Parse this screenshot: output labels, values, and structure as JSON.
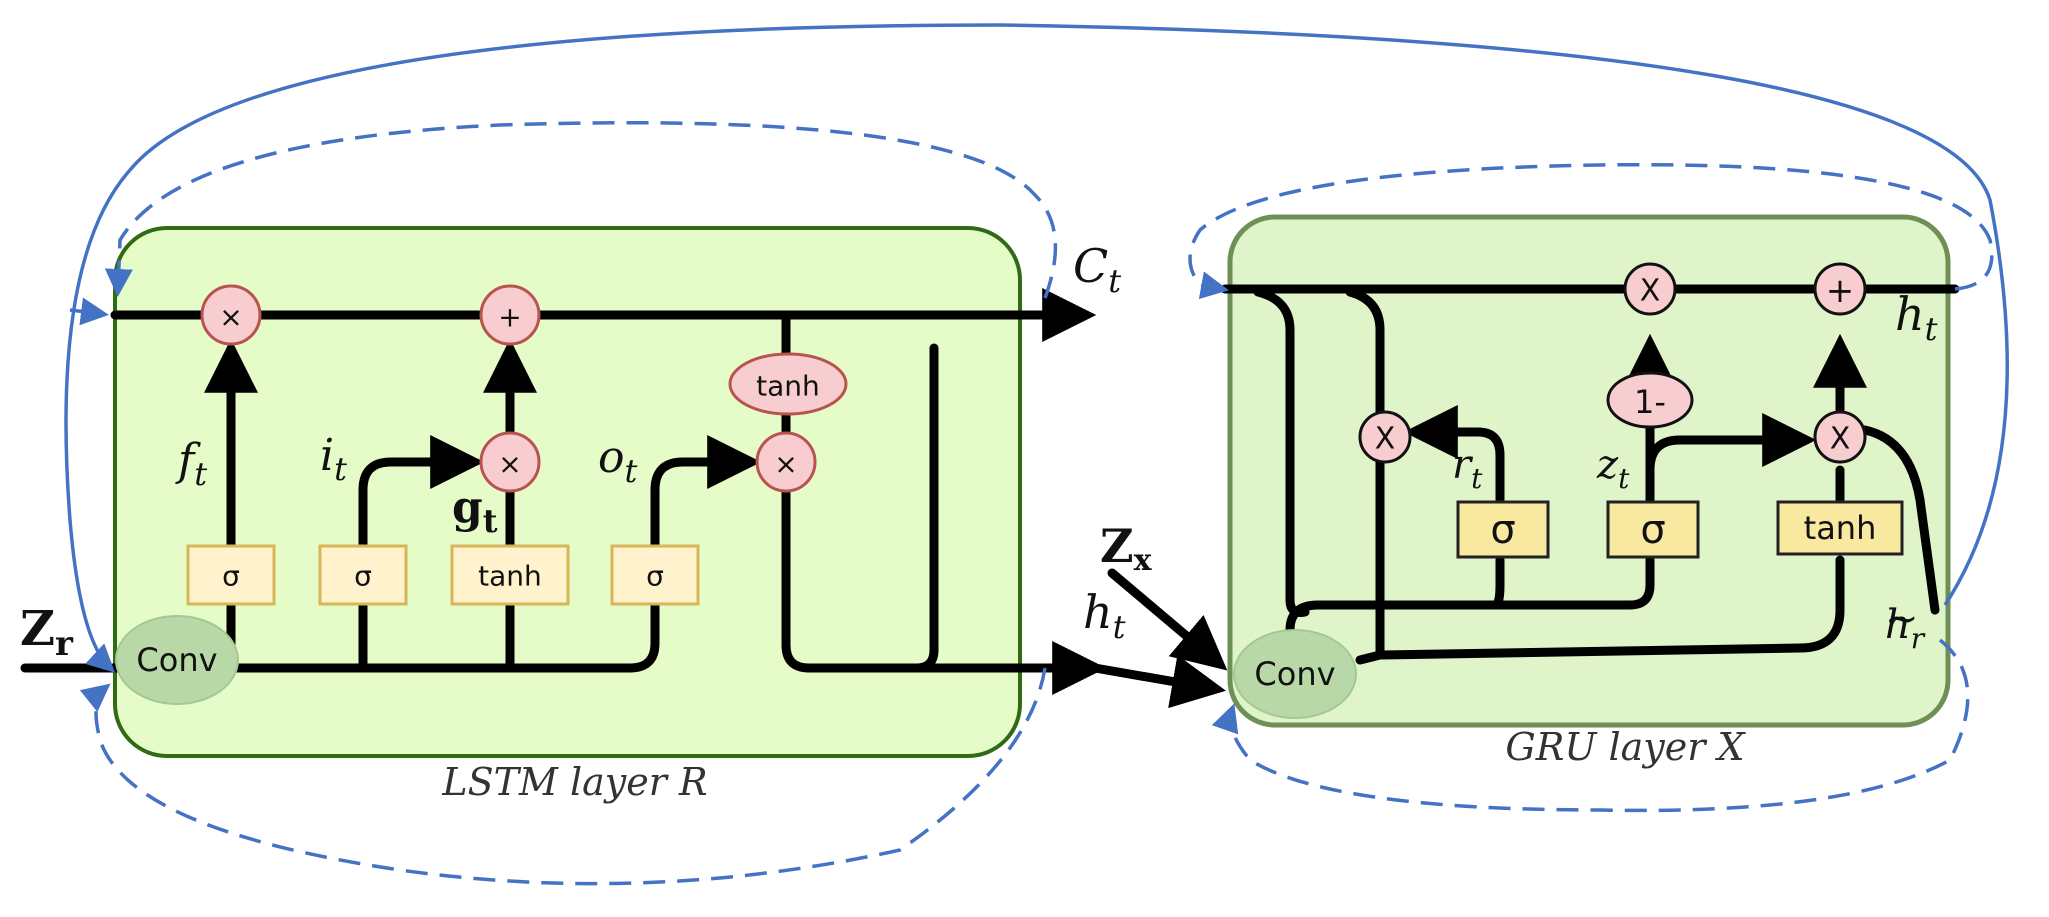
{
  "colors": {
    "lstm_fill": "#e6fcc8",
    "lstm_border": "#2e6b12",
    "gru_fill": "#dff4c8",
    "gru_border": "#6e8f56",
    "op_fill": "#f8cdd0",
    "op_stroke": "#b85450",
    "gate_fill_lstm": "#fff2cc",
    "gate_stroke_lstm": "#d6b656",
    "gate_fill_gru": "#f8e8a0",
    "gate_stroke_gru": "#222222",
    "conv_fill": "#b9d8a8",
    "feedback": "#4472c4"
  },
  "lstm": {
    "caption": "LSTM layer R",
    "conv_label": "Conv",
    "ops": {
      "forget": "×",
      "add": "+",
      "input_mult": "×",
      "output_mult": "×"
    },
    "tanh_cell": "tanh",
    "gates": [
      "σ",
      "σ",
      "tanh",
      "σ"
    ],
    "labels": {
      "f": "f",
      "f_sub": "t",
      "i": "i",
      "i_sub": "t",
      "g": "g",
      "g_sub": "t",
      "o": "o",
      "o_sub": "t",
      "c": "C",
      "c_sub": "t",
      "h": "h",
      "h_sub": "t"
    },
    "input": {
      "main": "Z",
      "sub": "r"
    }
  },
  "gru": {
    "caption": "GRU layer X",
    "conv_label": "Conv",
    "ops": {
      "mult_top": "X",
      "add": "+",
      "reset_mult": "X",
      "update_mult": "X",
      "one_minus": "1-"
    },
    "gates": [
      "σ",
      "σ",
      "tanh"
    ],
    "labels": {
      "h": "h",
      "h_sub": "t",
      "r": "r",
      "r_sub": "t",
      "z": "z",
      "z_sub": "t",
      "hr": "h",
      "hr_sub": "r",
      "hr_accent": "~"
    },
    "input": {
      "main": "Z",
      "sub": "x"
    }
  }
}
